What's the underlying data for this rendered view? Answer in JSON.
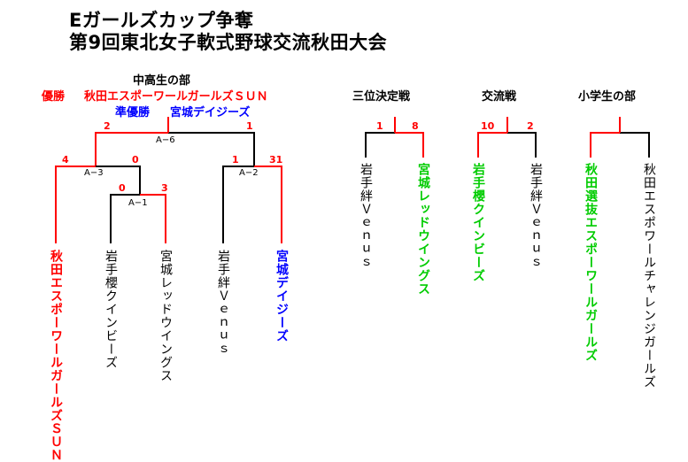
{
  "title": {
    "line1": "Eガールズカップ争奪",
    "line2": "第9回東北女子軟式野球交流秋田大会"
  },
  "main": {
    "header": "中高生の部",
    "champion_label": "優勝",
    "champion_team": "秋田エスポーワールガールズＳＵＮ",
    "runnerup_label": "準優勝",
    "runnerup_team": "宮城デイジーズ",
    "matches": {
      "a1": "A−1",
      "a2": "A−2",
      "a3": "A−3",
      "a6": "A−6"
    },
    "scores": {
      "a6_left": "2",
      "a6_right": "1",
      "a3_left": "4",
      "a3_right": "0",
      "a1_left": "0",
      "a1_right": "3",
      "a2_left": "1",
      "a2_right": "31"
    },
    "teams": [
      "秋田エスポーワールガールズＳＵＮ",
      "岩手櫻クインビーズ",
      "宮城レッドウイングス",
      "岩手絆Ｖｅｎｕｓ",
      "宮城デイジーズ"
    ]
  },
  "third_place": {
    "header": "三位決定戦",
    "score_left": "1",
    "score_right": "8",
    "team_left": "岩手絆Ｖｅｎｕｓ",
    "team_right": "宮城レッドウイングス"
  },
  "exchange": {
    "header": "交流戦",
    "score_left": "10",
    "score_right": "2",
    "team_left": "岩手櫻クインビーズ",
    "team_right": "岩手絆Ｖｅｎｕｓ"
  },
  "elementary": {
    "header": "小学生の部",
    "team_left": "秋田選抜エスポーワールガールズ",
    "team_right": "秋田エスポワールチャレンジガールズ"
  },
  "colors": {
    "winner_line": "#ff0000",
    "loser_line": "#000000",
    "champion": "#ff0000",
    "runnerup": "#0000ff",
    "winner_text": "#00cc00"
  }
}
